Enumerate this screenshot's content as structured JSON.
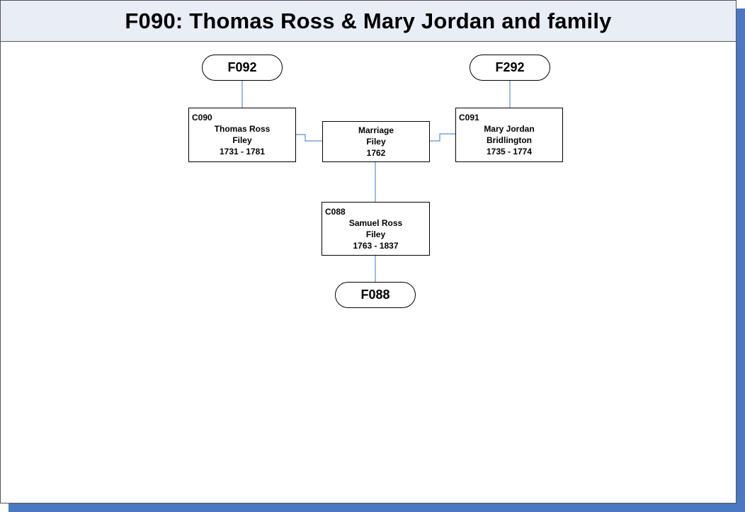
{
  "title": "F090: Thomas Ross & Mary Jordan and family",
  "families": {
    "father_parents": "F092",
    "mother_parents": "F292",
    "child_family": "F088"
  },
  "father": {
    "code": "C090",
    "name": "Thomas Ross",
    "place": "Filey",
    "dates": "1731 - 1781"
  },
  "mother": {
    "code": "C091",
    "name": "Mary Jordan",
    "place": "Bridlington",
    "dates": "1735 - 1774"
  },
  "marriage": {
    "label": "Marriage",
    "place": "Filey",
    "year": "1762"
  },
  "child": {
    "code": "C088",
    "name": "Samuel Ross",
    "place": "Filey",
    "dates": "1763 - 1837"
  },
  "colors": {
    "connector": "#5b8fd0",
    "shadow": "#4a78c2",
    "title_background": "#e9edf6"
  }
}
